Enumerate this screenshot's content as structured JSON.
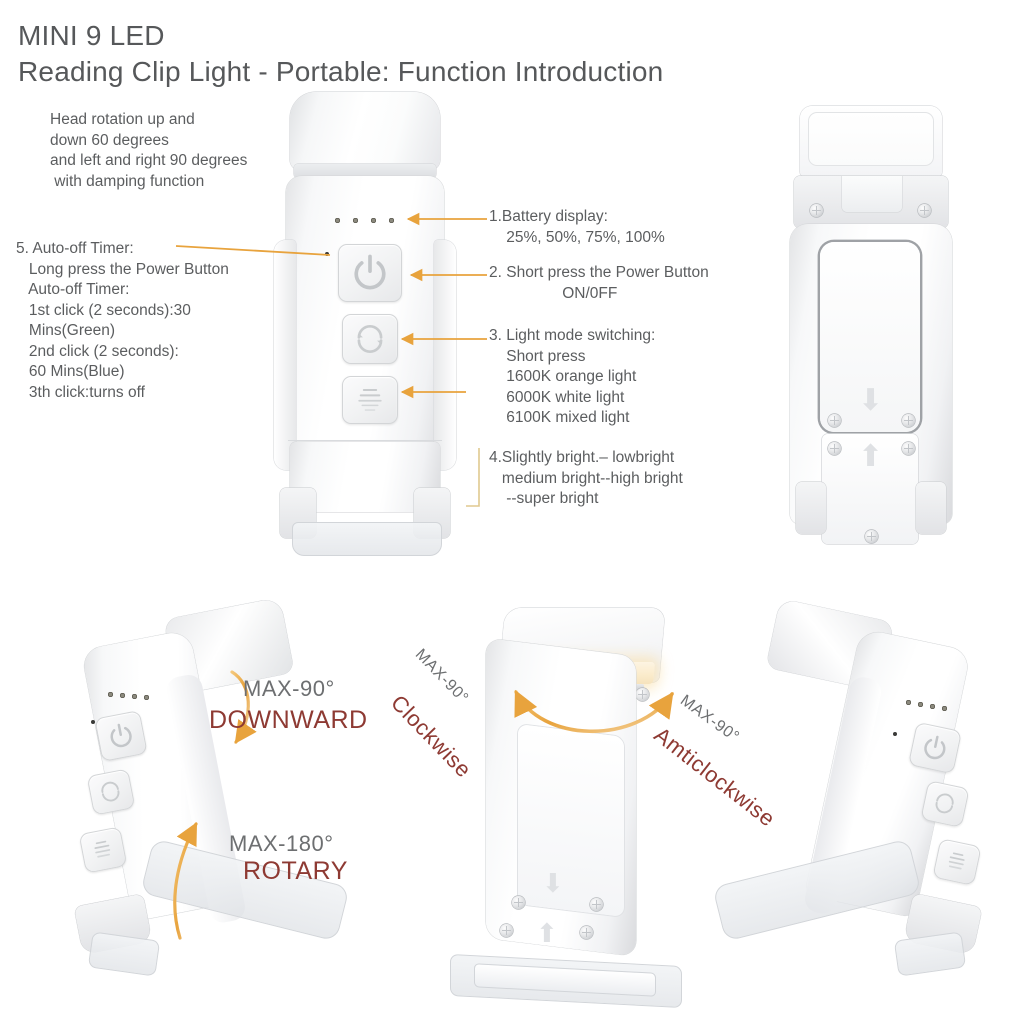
{
  "page": {
    "background": "#ffffff",
    "accent_orange": "#e8a33d",
    "text_gray": "#5b5d5f",
    "label_dark_red": "#8e3a33",
    "label_gray": "#6d6f71"
  },
  "header": {
    "title_line1": "MINI 9 LED",
    "title_line2": "Reading Clip Light - Portable: Function Introduction"
  },
  "annotations": {
    "head_rotation": "Head rotation up and\ndown 60 degrees\nand left and right 90 degrees\n with damping function",
    "auto_off_timer": "5. Auto-off Timer:\n   Long press the Power Button\n   Auto-off Timer:\n   1st click (2 seconds):30\n   Mins(Green)\n   2nd click (2 seconds):\n   60 Mins(Blue)\n   3th click:turns off",
    "battery_display": "1.Battery display:\n    25%, 50%, 75%, 100%",
    "power_button": "2. Short press the Power Button\n                 ON/0FF",
    "light_mode": "3. Light mode switching:\n    Short press\n    1600K orange light\n    6000K white light\n    6100K mixed light",
    "brightness": "4.Slightly bright.– lowbright\n   medium bright--high bright\n    --super bright"
  },
  "rotation_labels": {
    "downward_max": "MAX-90°",
    "downward_name": "DOWNWARD",
    "rotary_max": "MAX-180°",
    "rotary_name": "ROTARY",
    "clockwise_max": "MAX-90°",
    "clockwise_name": "Clockwise",
    "anticlockwise_max": "MAX-90°",
    "anticlockwise_name": "Amticlockwise"
  },
  "device": {
    "buttons": [
      {
        "name": "power-button",
        "glyph": "⏻"
      },
      {
        "name": "light-mode-button",
        "glyph": "↻"
      },
      {
        "name": "brightness-button",
        "glyph": "≡"
      }
    ],
    "battery_leds": 4
  },
  "views": {
    "front": "front-view",
    "back": "back-view",
    "tilted_left": "tilted-left-view",
    "lit_center": "lit-center-view",
    "tilted_right": "tilted-right-view"
  }
}
